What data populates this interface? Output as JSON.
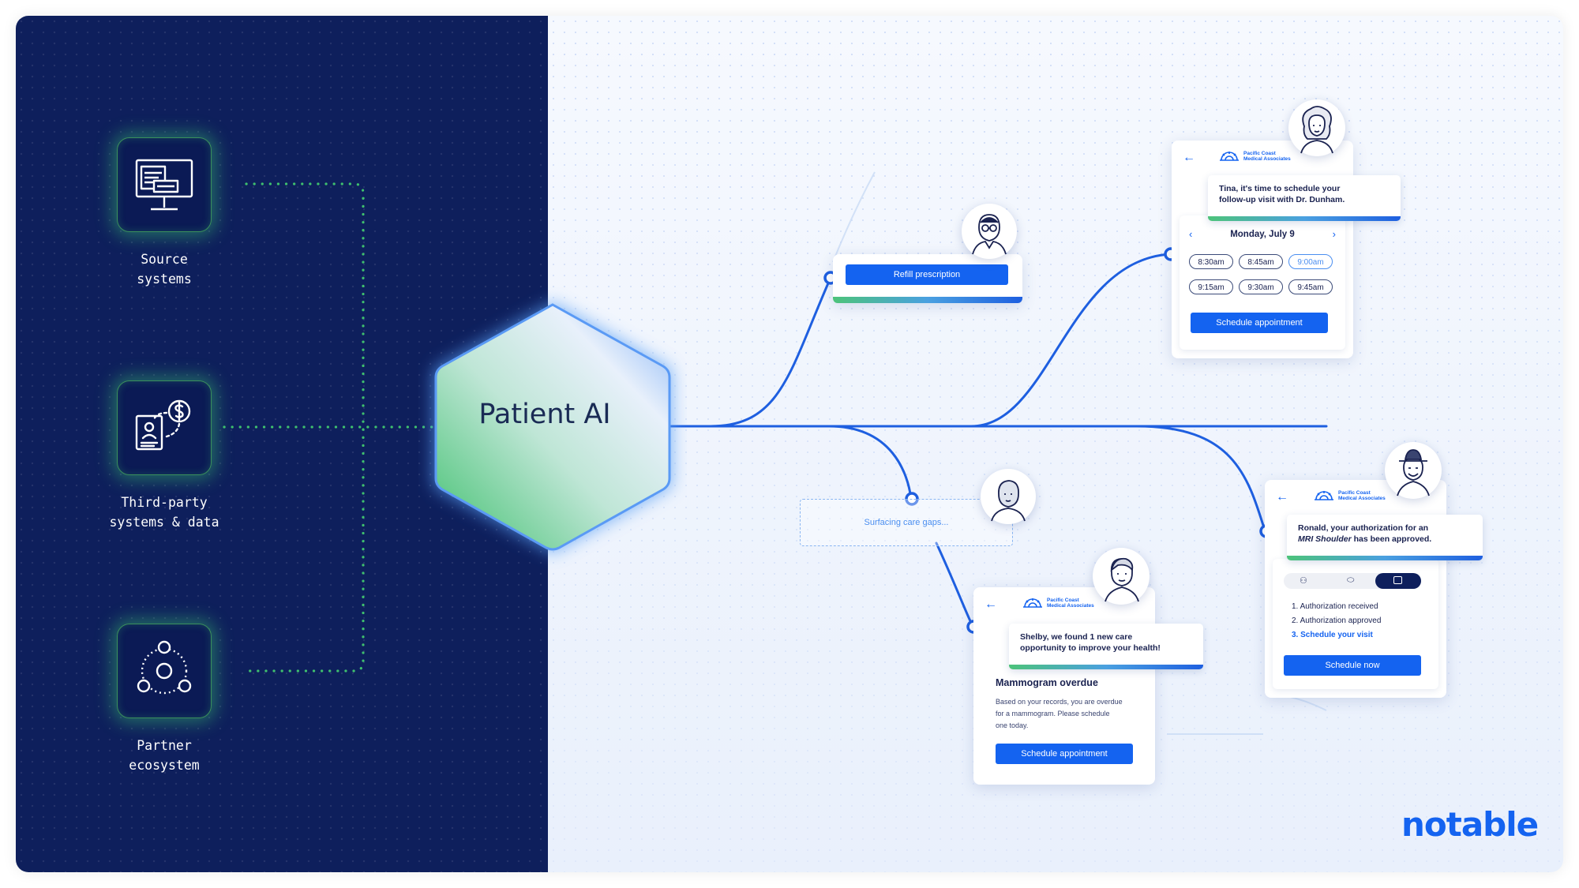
{
  "sources": [
    {
      "label_line1": "Source",
      "label_line2": "systems",
      "icon": "monitor-icon"
    },
    {
      "label_line1": "Third-party",
      "label_line2": "systems & data",
      "icon": "document-dollar-icon"
    },
    {
      "label_line1": "Partner",
      "label_line2": "ecosystem",
      "icon": "network-icon"
    }
  ],
  "hub": {
    "label": "Patient AI"
  },
  "refill": {
    "button": "Refill prescription"
  },
  "gaps": {
    "status": "Surfacing care gaps..."
  },
  "org": {
    "line1": "Pacific Coast",
    "line2": "Medical Associates"
  },
  "scheduler": {
    "message_line1": "Tina, it's time to schedule your",
    "message_line2": "follow-up visit with Dr. Dunham.",
    "date": "Monday, July 9",
    "slots": [
      "8:30am",
      "8:45am",
      "9:00am",
      "9:15am",
      "9:30am",
      "9:45am"
    ],
    "selected_slot": "9:00am",
    "button": "Schedule appointment"
  },
  "care_gap": {
    "message_line1": "Shelby, we found 1 new care",
    "message_line2": "opportunity to improve your health!",
    "title": "Mammogram overdue",
    "body_line1": "Based on your records, you are overdue",
    "body_line2": "for a mammogram. Please schedule",
    "body_line3": "one today.",
    "button": "Schedule appointment"
  },
  "authorization": {
    "message_line1": "Ronald, your authorization for an",
    "message_italic": "MRI Shoulder",
    "message_rest": " has been approved.",
    "steps": [
      "1. Authorization received",
      "2. Authorization approved",
      "3. Schedule your visit"
    ],
    "button": "Schedule now"
  },
  "brand": {
    "name": "notable"
  },
  "colors": {
    "navy": "#0e1f5c",
    "accent": "#1463f0",
    "green": "#4cc37a"
  }
}
